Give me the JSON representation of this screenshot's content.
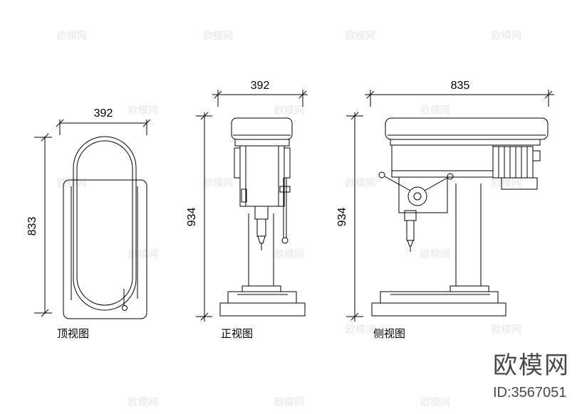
{
  "top_view": {
    "dim_width": "392",
    "dim_height": "833",
    "label": "顶视图"
  },
  "front_view": {
    "dim_width": "392",
    "dim_height": "934",
    "label": "正视图"
  },
  "side_view": {
    "dim_width": "835",
    "dim_height": "934",
    "label": "侧视图"
  },
  "watermark": {
    "brand": "欧模网",
    "id": "ID:3567051"
  }
}
